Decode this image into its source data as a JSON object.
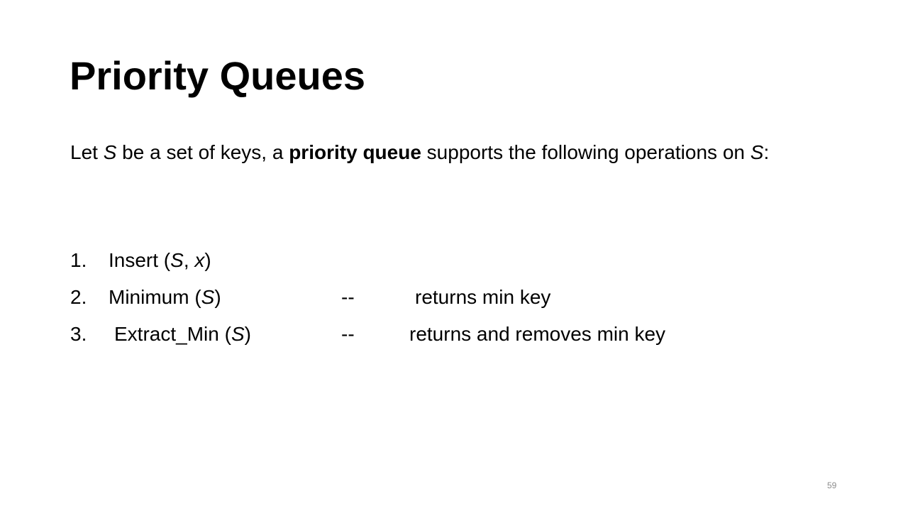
{
  "slide": {
    "title": "Priority Queues",
    "intro": {
      "part1": "Let ",
      "set_var": "S",
      "part2": " be a set of keys, a ",
      "term": "priority queue",
      "part3": " supports the following operations on ",
      "set_var_2": "S",
      "part4": ":"
    },
    "operations": [
      {
        "number": "1.",
        "name": "Insert (",
        "arg1": "S",
        "comma": ", ",
        "arg2": "x",
        "close": ")",
        "separator": "",
        "description": ""
      },
      {
        "number": "2.",
        "name": "Minimum (",
        "arg1": "S",
        "close": ")",
        "separator": "--",
        "description": "returns min key"
      },
      {
        "number": "3.",
        "name": "Extract_Min (",
        "arg1": "S",
        "close": ")",
        "separator": "--",
        "description": "returns and removes min key"
      }
    ],
    "page_number": "59"
  }
}
